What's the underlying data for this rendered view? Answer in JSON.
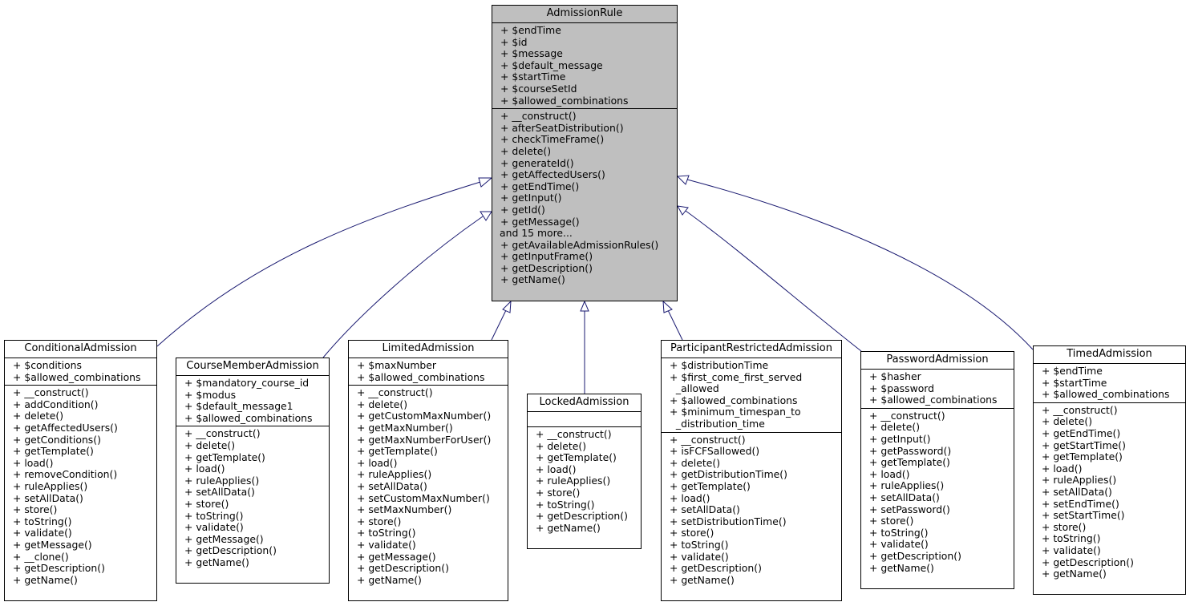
{
  "diagram": {
    "base": {
      "name": "AdmissionRule",
      "attributes": [
        "+ $endTime",
        "+ $id",
        "+ $message",
        "+ $default_message",
        "+ $startTime",
        "+ $courseSetId",
        "+ $allowed_combinations"
      ],
      "methods": [
        "+ __construct()",
        "+ afterSeatDistribution()",
        "+ checkTimeFrame()",
        "+ delete()",
        "+ generateId()",
        "+ getAffectedUsers()",
        "+ getEndTime()",
        "+ getInput()",
        "+ getId()",
        "+ getMessage()",
        "and 15 more...",
        "+ getAvailableAdmissionRules()",
        "+ getInputFrame()",
        "+ getDescription()",
        "+ getName()"
      ]
    },
    "subclasses": [
      {
        "name": "ConditionalAdmission",
        "attributes": [
          "+ $conditions",
          "+ $allowed_combinations"
        ],
        "methods": [
          "+ __construct()",
          "+ addCondition()",
          "+ delete()",
          "+ getAffectedUsers()",
          "+ getConditions()",
          "+ getTemplate()",
          "+ load()",
          "+ removeCondition()",
          "+ ruleApplies()",
          "+ setAllData()",
          "+ store()",
          "+ toString()",
          "+ validate()",
          "+ getMessage()",
          "+ __clone()",
          "+ getDescription()",
          "+ getName()"
        ]
      },
      {
        "name": "CourseMemberAdmission",
        "attributes": [
          "+ $mandatory_course_id",
          "+ $modus",
          "+ $default_message1",
          "+ $allowed_combinations"
        ],
        "methods": [
          "+ __construct()",
          "+ delete()",
          "+ getTemplate()",
          "+ load()",
          "+ ruleApplies()",
          "+ setAllData()",
          "+ store()",
          "+ toString()",
          "+ validate()",
          "+ getMessage()",
          "+ getDescription()",
          "+ getName()"
        ]
      },
      {
        "name": "LimitedAdmission",
        "attributes": [
          "+ $maxNumber",
          "+ $allowed_combinations"
        ],
        "methods": [
          "+ __construct()",
          "+ delete()",
          "+ getCustomMaxNumber()",
          "+ getMaxNumber()",
          "+ getMaxNumberForUser()",
          "+ getTemplate()",
          "+ load()",
          "+ ruleApplies()",
          "+ setAllData()",
          "+ setCustomMaxNumber()",
          "+ setMaxNumber()",
          "+ store()",
          "+ toString()",
          "+ validate()",
          "+ getMessage()",
          "+ getDescription()",
          "+ getName()"
        ]
      },
      {
        "name": "LockedAdmission",
        "attributes": [],
        "methods": [
          "+ __construct()",
          "+ delete()",
          "+ getTemplate()",
          "+ load()",
          "+ ruleApplies()",
          "+ store()",
          "+ toString()",
          "+ getDescription()",
          "+ getName()"
        ]
      },
      {
        "name": "ParticipantRestrictedAdmission",
        "attributes": [
          "+ $distributionTime",
          "+ $first_come_first_served",
          "  _allowed",
          "+ $allowed_combinations",
          "+ $minimum_timespan_to",
          "  _distribution_time"
        ],
        "methods": [
          "+ __construct()",
          "+ isFCFSallowed()",
          "+ delete()",
          "+ getDistributionTime()",
          "+ getTemplate()",
          "+ load()",
          "+ setAllData()",
          "+ setDistributionTime()",
          "+ store()",
          "+ toString()",
          "+ validate()",
          "+ getDescription()",
          "+ getName()"
        ]
      },
      {
        "name": "PasswordAdmission",
        "attributes": [
          "+ $hasher",
          "+ $password",
          "+ $allowed_combinations"
        ],
        "methods": [
          "+ __construct()",
          "+ delete()",
          "+ getInput()",
          "+ getPassword()",
          "+ getTemplate()",
          "+ load()",
          "+ ruleApplies()",
          "+ setAllData()",
          "+ setPassword()",
          "+ store()",
          "+ toString()",
          "+ validate()",
          "+ getDescription()",
          "+ getName()"
        ]
      },
      {
        "name": "TimedAdmission",
        "attributes": [
          "+ $endTime",
          "+ $startTime",
          "+ $allowed_combinations"
        ],
        "methods": [
          "+ __construct()",
          "+ delete()",
          "+ getEndTime()",
          "+ getStartTime()",
          "+ getTemplate()",
          "+ load()",
          "+ ruleApplies()",
          "+ setAllData()",
          "+ setEndTime()",
          "+ setStartTime()",
          "+ store()",
          "+ toString()",
          "+ validate()",
          "+ getDescription()",
          "+ getName()"
        ]
      }
    ]
  }
}
